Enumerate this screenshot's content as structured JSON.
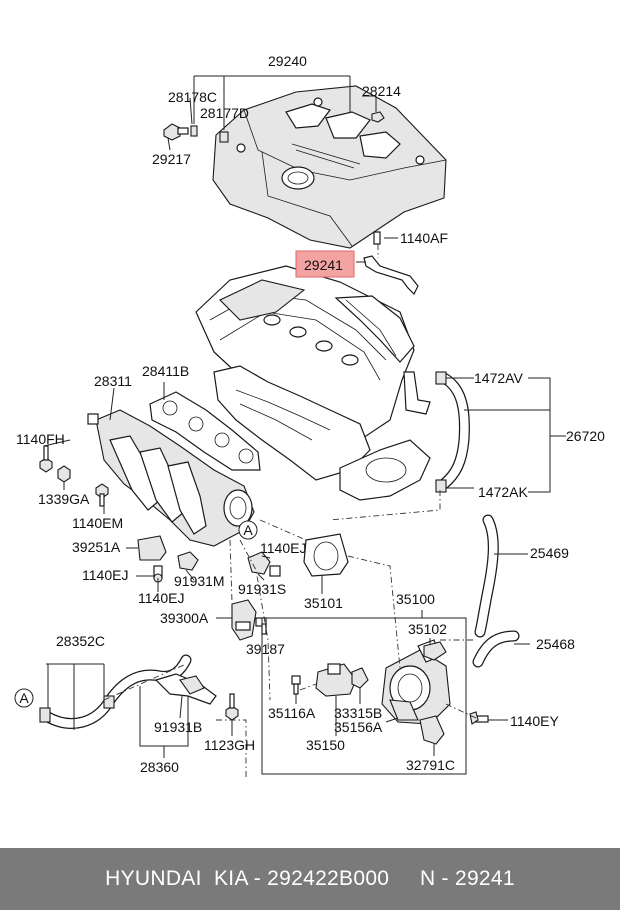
{
  "labels": {
    "p29240": "29240",
    "p28178C": "28178C",
    "p28177D": "28177D",
    "p28214": "28214",
    "p29217": "29217",
    "p1140AF": "1140AF",
    "p29241": "29241",
    "p28311": "28311",
    "p28411B": "28411B",
    "p1472AV": "1472AV",
    "p1140FH": "1140FH",
    "p26720": "26720",
    "p1339GA": "1339GA",
    "p1472AK": "1472AK",
    "p1140EM": "1140EM",
    "p39251A": "39251A",
    "p1140EJ_a": "1140EJ",
    "p25469": "25469",
    "p1140EJ_b": "1140EJ",
    "p91931M": "91931M",
    "p91931S": "91931S",
    "p35101": "35101",
    "p1140EJ_c": "1140EJ",
    "p35100": "35100",
    "p39300A": "39300A",
    "p35102": "35102",
    "p39187": "39187",
    "p28352C": "28352C",
    "p25468": "25468",
    "p35116A": "35116A",
    "p33315B": "33315B",
    "p1140EY": "1140EY",
    "p35156A": "35156A",
    "p91931B": "91931B",
    "p1123GH": "1123GH",
    "p35150": "35150",
    "p28360": "28360",
    "p32791C": "32791C",
    "callout_a1": "A",
    "callout_a2": "A"
  },
  "colors": {
    "highlight": "#f4a3a3",
    "highlight_border": "#e06666",
    "footer_bg": "#7a7a7a"
  },
  "footer": {
    "text": "HYUNDAI  KIA - 292422B000     N - 29241"
  }
}
